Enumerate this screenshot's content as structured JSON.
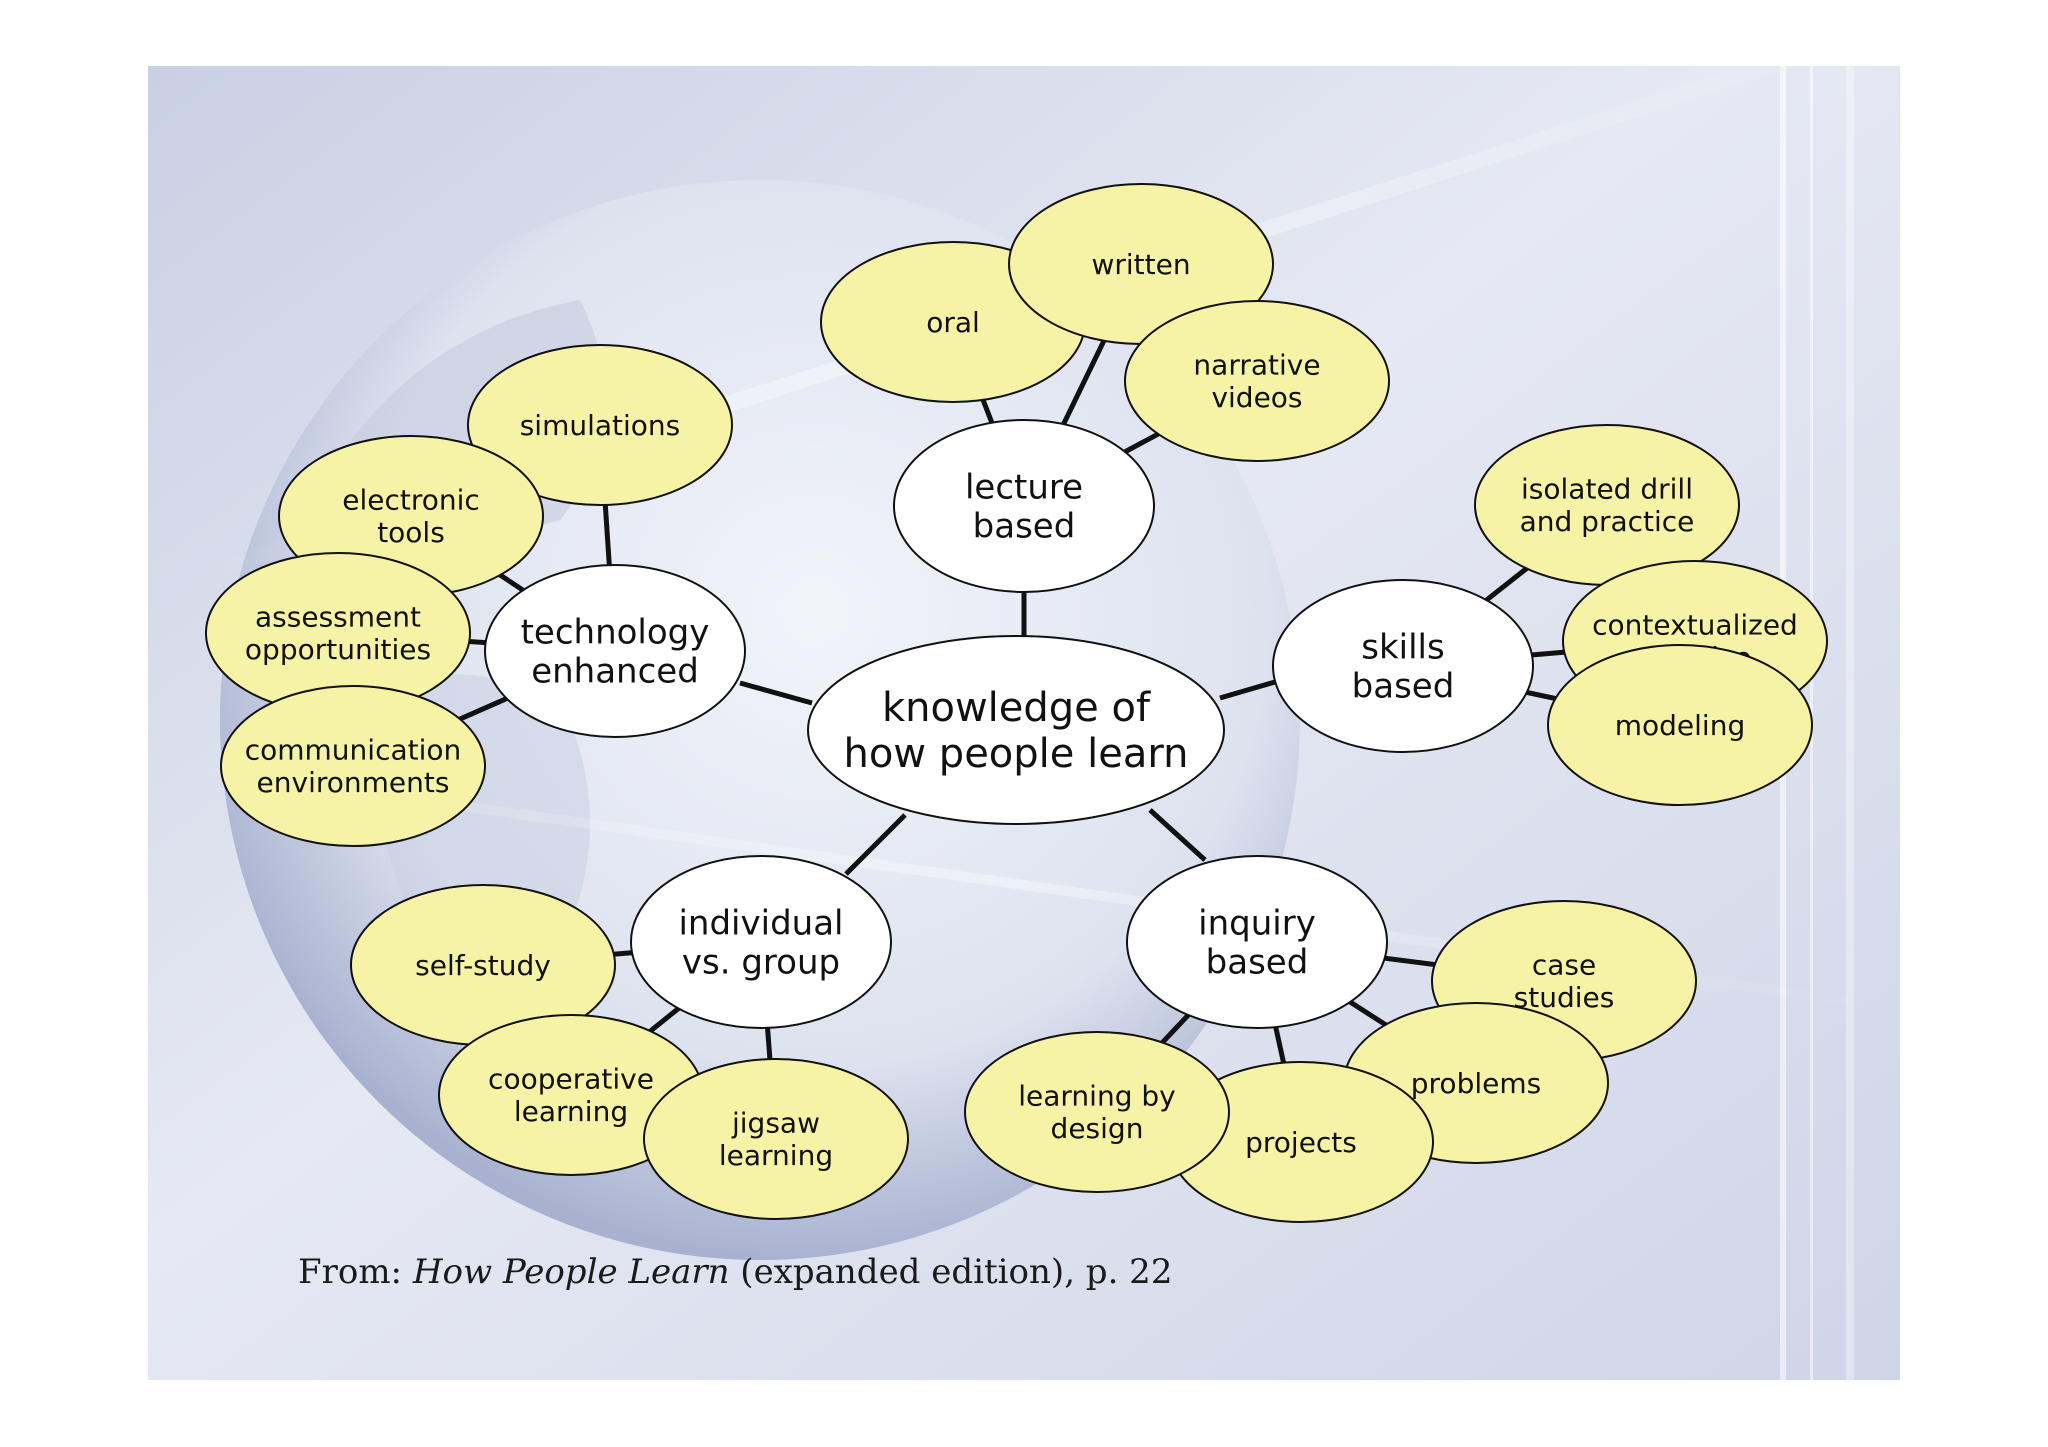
{
  "diagram": {
    "center": {
      "label_lines": [
        "knowledge of",
        "how people learn"
      ]
    },
    "hubs": [
      {
        "id": "lecture",
        "label_lines": [
          "lecture",
          "based"
        ],
        "children": [
          [
            "oral"
          ],
          [
            "written"
          ],
          [
            "narrative",
            "videos"
          ]
        ]
      },
      {
        "id": "technology",
        "label_lines": [
          "technology",
          "enhanced"
        ],
        "children": [
          [
            "simulations"
          ],
          [
            "electronic",
            "tools"
          ],
          [
            "assessment",
            "opportunities"
          ],
          [
            "communication",
            "environments"
          ]
        ]
      },
      {
        "id": "skills",
        "label_lines": [
          "skills",
          "based"
        ],
        "children": [
          [
            "isolated drill",
            "and practice"
          ],
          [
            "contextualized",
            "practice"
          ],
          [
            "modeling"
          ]
        ]
      },
      {
        "id": "individual",
        "label_lines": [
          "individual",
          "vs. group"
        ],
        "children": [
          [
            "self-study"
          ],
          [
            "cooperative",
            "learning"
          ],
          [
            "jigsaw",
            "learning"
          ]
        ]
      },
      {
        "id": "inquiry",
        "label_lines": [
          "inquiry",
          "based"
        ],
        "children": [
          [
            "case",
            "studies"
          ],
          [
            "problems"
          ],
          [
            "projects"
          ],
          [
            "learning by",
            "design"
          ]
        ]
      }
    ]
  },
  "caption": {
    "prefix": "From: ",
    "title": "How People Learn",
    "suffix": " (expanded edition), p. 22"
  },
  "colors": {
    "child_fill": "#f7f3a6",
    "hub_fill": "#ffffff",
    "stroke": "#111111",
    "background": "#d9deec"
  }
}
